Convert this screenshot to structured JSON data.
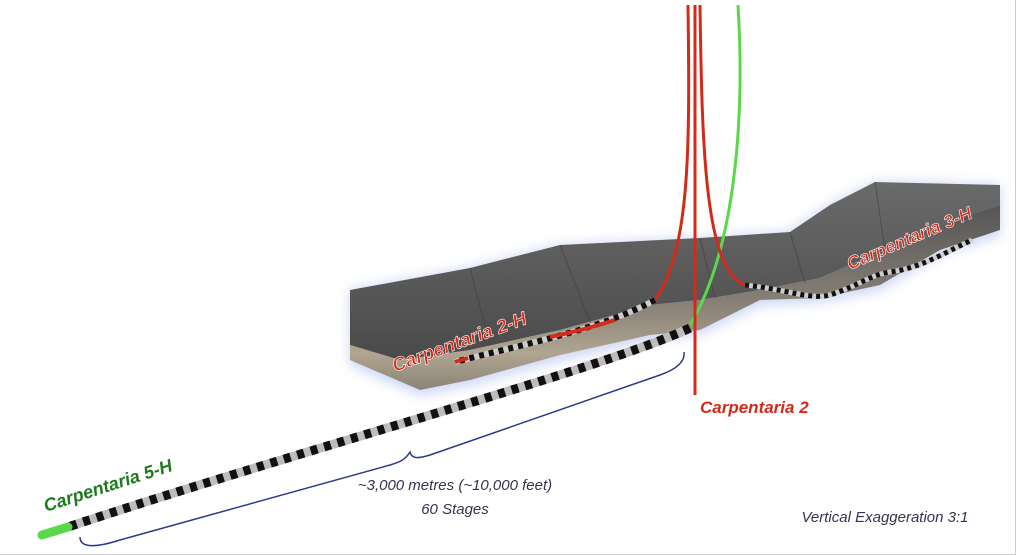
{
  "wells": {
    "carpentaria_2": {
      "label": "Carpentaria 2",
      "color": "#d42a1a"
    },
    "carpentaria_2h": {
      "label": "Carpentaria 2-H",
      "color": "#d42a1a"
    },
    "carpentaria_3h": {
      "label": "Carpentaria 3-H",
      "color": "#d42a1a"
    },
    "carpentaria_5h": {
      "label": "Carpentaria 5-H",
      "color": "#1e7a1e",
      "line_color": "#5ad84a"
    }
  },
  "annotation": {
    "length": "~3,000 metres (~10,000 feet)",
    "stages": "60 Stages",
    "brace_color": "#2a3a8a"
  },
  "footer_note": "Vertical Exaggeration 3:1"
}
